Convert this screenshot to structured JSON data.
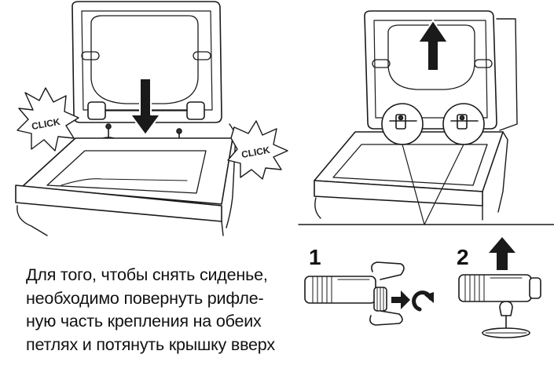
{
  "instructions": {
    "lines": [
      "Для того, чтобы снять сиденье,",
      "необходимо  повернуть рифле-",
      "ную часть крепления на обеих",
      "петлях и потянуть крышку вверх"
    ]
  },
  "callouts": {
    "click_left": "CLICK",
    "click_right": "CLICK"
  },
  "steps": {
    "step1": "1",
    "step2": "2"
  },
  "icons": [
    "arrow-down-icon",
    "arrow-up-icon",
    "arrow-right-icon",
    "rotate-icon",
    "arrow-up-icon"
  ]
}
